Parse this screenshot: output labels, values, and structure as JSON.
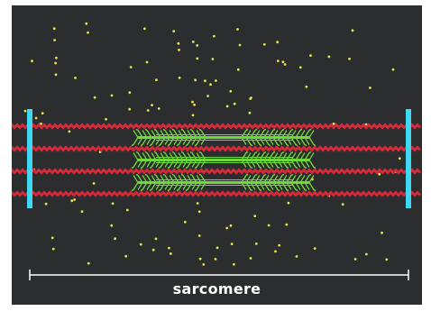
{
  "figure": {
    "label": "sarcomere",
    "colors": {
      "background": "#2b2d2f",
      "thin_filament": "#d42a3a",
      "thick_filament": "#6fd83a",
      "z_disc": "#3fd8f0",
      "calcium_dots": "#e8e24a",
      "scale_line": "#ffffff"
    },
    "thin_filament_count": 4,
    "thick_filament_count": 3,
    "z_disc_count": 2
  }
}
